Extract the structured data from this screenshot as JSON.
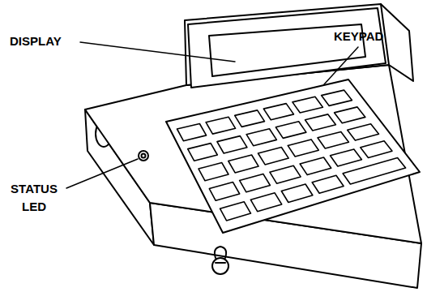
{
  "diagram": {
    "labels": [
      "DISPLAY",
      "KEYPAD",
      "STATUS LED"
    ]
  }
}
